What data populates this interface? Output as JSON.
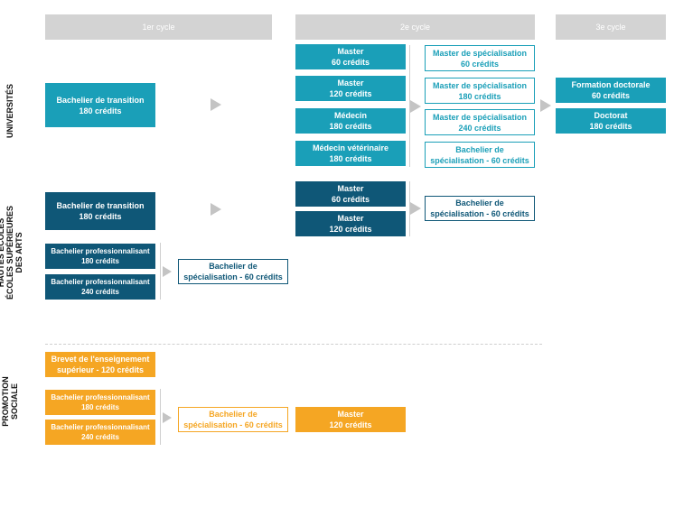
{
  "cycles": [
    "1er cycle",
    "2e cycle",
    "3e cycle"
  ],
  "sections": {
    "universites": "UNIVERSITÉS",
    "hautes_ecoles": "HAUTES ÉCOLES\nÉCOLES SUPÉRIEURES\nDES ARTS",
    "promotion_sociale": "PROMOTION\nSOCIALE"
  },
  "universites": {
    "bachelier": "Bachelier de transition\n180 crédits",
    "masters": [
      "Master\n60 crédits",
      "Master\n120 crédits",
      "Médecin\n180 crédits",
      "Médecin vétérinaire\n180 crédits"
    ],
    "specialisations": [
      "Master de spécialisation\n60 crédits",
      "Master de spécialisation\n180 crédits",
      "Master de spécialisation\n240 crédits",
      "Bachelier de\nspécialisation - 60 crédits"
    ],
    "doctorat": [
      "Formation doctorale\n60 crédits",
      "Doctorat\n180 crédits"
    ]
  },
  "hautes_ecoles": {
    "bachelier_transition": "Bachelier de transition\n180 crédits",
    "bachelier_pro_180": "Bachelier professionnalisant\n180 crédits",
    "bachelier_pro_240": "Bachelier professionnalisant\n240 crédits",
    "specialisation_1er": "Bachelier de\nspécialisation - 60 crédits",
    "masters": [
      "Master\n60 crédits",
      "Master\n120 crédits"
    ],
    "specialisation_2e": "Bachelier de\nspécialisation - 60 crédits"
  },
  "promotion_sociale": {
    "brevet": "Brevet de l'enseignement\nsupérieur - 120 crédits",
    "bachelier_pro_180": "Bachelier professionnalisant\n180 crédits",
    "bachelier_pro_240": "Bachelier professionnalisant\n240 crédits",
    "specialisation": "Bachelier de\nspécialisation - 60 crédits",
    "master": "Master\n120 crédits"
  },
  "colors": {
    "universites": "#1a9fb8",
    "hautes_ecoles": "#0f5777",
    "promotion_sociale": "#f5a623",
    "header": "#d3d3d3"
  }
}
